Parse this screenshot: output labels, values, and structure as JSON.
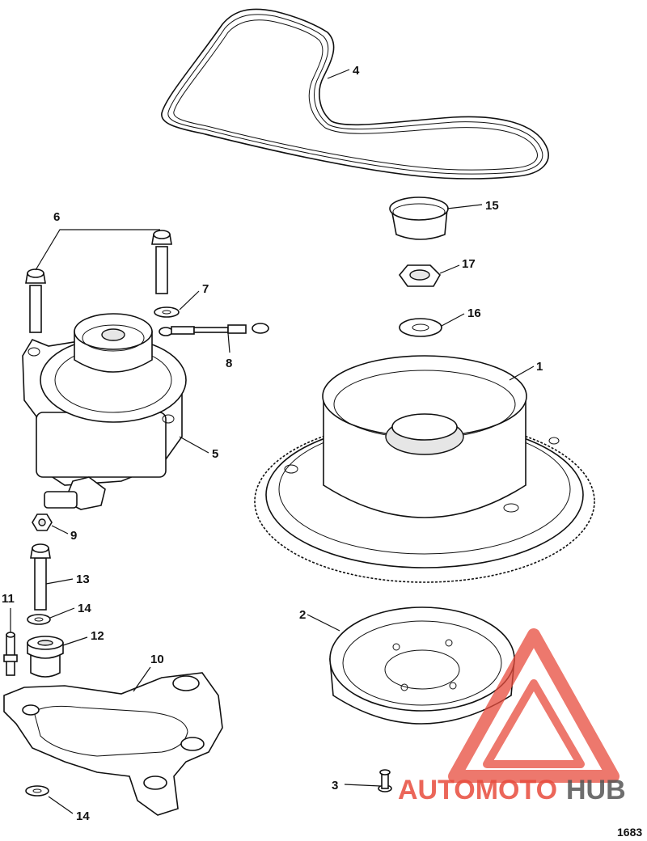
{
  "callouts": {
    "c1": "1",
    "c2": "2",
    "c3": "3",
    "c4": "4",
    "c5": "5",
    "c6": "6",
    "c7": "7",
    "c8": "8",
    "c9": "9",
    "c10": "10",
    "c11": "11",
    "c12": "12",
    "c13": "13",
    "c14a": "14",
    "c14b": "14",
    "c15": "15",
    "c16": "16",
    "c17": "17"
  },
  "figure_number": "1683",
  "watermark": {
    "text_a": "AUTOMOTO",
    "text_b": "HUB",
    "color_a": "#e84c3d",
    "color_b": "#555555"
  },
  "parts": [
    {
      "id": "drive-belt",
      "callout": "4"
    },
    {
      "id": "cap",
      "callout": "15"
    },
    {
      "id": "nut",
      "callout": "17"
    },
    {
      "id": "washer",
      "callout": "16"
    },
    {
      "id": "flywheel",
      "callout": "1"
    },
    {
      "id": "hub",
      "callout": "2"
    },
    {
      "id": "screw",
      "callout": "3"
    },
    {
      "id": "screws",
      "callout": "6"
    },
    {
      "id": "washer-small",
      "callout": "7"
    },
    {
      "id": "ground-strap",
      "callout": "8"
    },
    {
      "id": "alternator",
      "callout": "5"
    },
    {
      "id": "nut-small",
      "callout": "9"
    },
    {
      "id": "screw-long",
      "callout": "13"
    },
    {
      "id": "washer-14",
      "callout": "14"
    },
    {
      "id": "stud",
      "callout": "11"
    },
    {
      "id": "bushing",
      "callout": "12"
    },
    {
      "id": "bracket",
      "callout": "10"
    }
  ]
}
